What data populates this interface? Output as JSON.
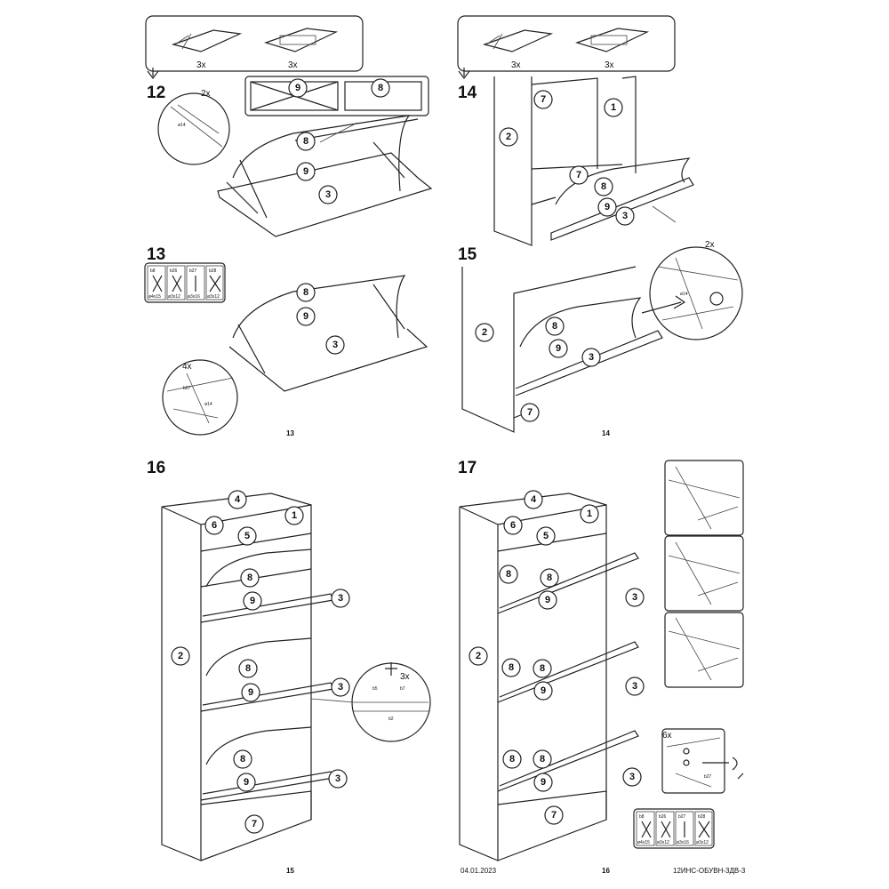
{
  "steps": {
    "s12": {
      "number": "12",
      "multiplier": "2x",
      "ok_part": "8",
      "wrong_part": "9",
      "fitting": "ø14"
    },
    "s13": {
      "number": "13",
      "multiplier": "4x",
      "fitting": "ø14",
      "screw": "b27",
      "legend": [
        {
          "code": "b8",
          "size": "ø4x15"
        },
        {
          "code": "b26",
          "size": "ø3x12"
        },
        {
          "code": "b27",
          "size": "ø3x16"
        },
        {
          "code": "b28",
          "size": "ø3x12"
        }
      ]
    },
    "s14": {
      "number": "14"
    },
    "s15": {
      "number": "15",
      "multiplier": "2x",
      "fitting": "ø14"
    },
    "s16": {
      "number": "16",
      "multiplier": "3x",
      "screws": [
        "b5",
        "b7",
        "b2"
      ]
    },
    "s17": {
      "number": "17",
      "multiplier": "6x",
      "screw": "b27",
      "legend": [
        {
          "code": "b8",
          "size": "ø4x15"
        },
        {
          "code": "b26",
          "size": "ø3x12"
        },
        {
          "code": "b27",
          "size": "ø3x16"
        },
        {
          "code": "b28",
          "size": "ø3x12"
        }
      ]
    }
  },
  "header_boxes": {
    "left": [
      {
        "qty": "3x"
      },
      {
        "qty": "3x"
      }
    ],
    "right": [
      {
        "qty": "3x"
      },
      {
        "qty": "3x"
      }
    ]
  },
  "parts": {
    "p1": "1",
    "p2": "2",
    "p3": "3",
    "p4": "4",
    "p5": "5",
    "p6": "6",
    "p7": "7",
    "p8": "8",
    "p9": "9"
  },
  "footer": {
    "page_left_top": "13",
    "page_right_top": "14",
    "page_left": "15",
    "date": "04.01.2023",
    "page_right": "16",
    "doc_code": "12ИНС-ОБУВН-3ДВ-3"
  }
}
